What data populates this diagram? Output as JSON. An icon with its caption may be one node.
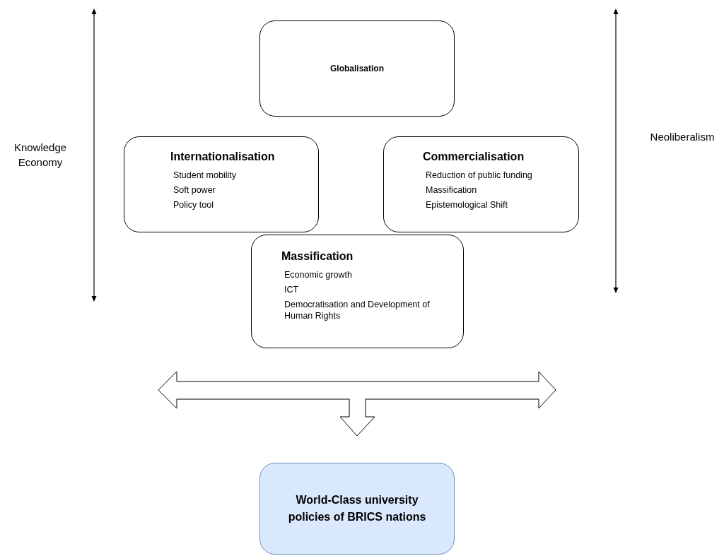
{
  "diagram": {
    "nodes": [
      {
        "text": [
          "Globalisation"
        ]
      },
      {
        "text": [
          "Internationalisation",
          "Student mobility",
          "Soft power",
          "Policy tool"
        ]
      },
      {
        "text": [
          "Commercialisation",
          "Reduction of public funding",
          "Massification",
          "Epistemological Shift"
        ]
      },
      {
        "text": [
          "Massification",
          "Economic growth",
          "ICT",
          "Democratisation and Development of Human Rights"
        ]
      },
      {
        "text": [
          "World-Class university policies of BRICS nations"
        ]
      }
    ],
    "edges": [
      {
        "from": 3,
        "to": 4,
        "arrow": "to",
        "style": "thick"
      }
    ],
    "labels": [
      "Knowledge Economy",
      "Neoliberalism"
    ]
  }
}
